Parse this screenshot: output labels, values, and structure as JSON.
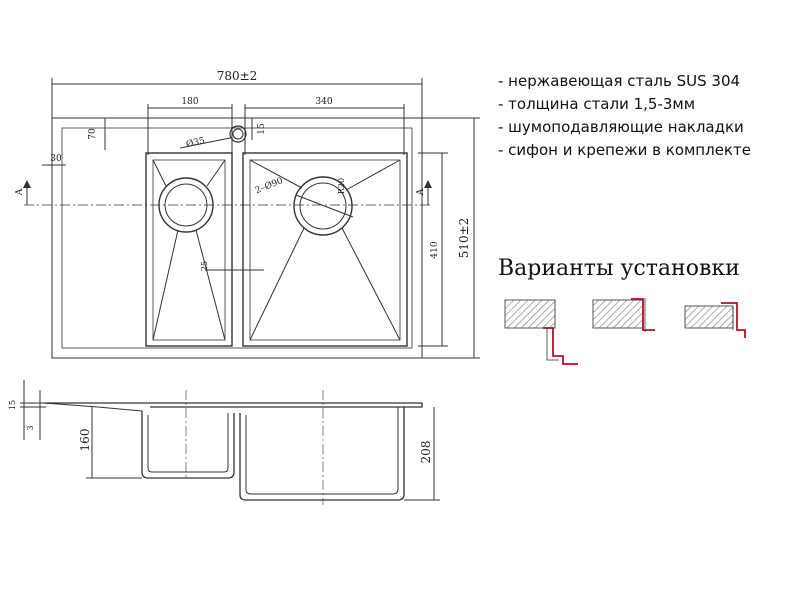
{
  "specs": {
    "items": [
      "- нержавеющая сталь SUS 304",
      "- толщина стали 1,5-3мм",
      "- шумоподавляющие накладки",
      "- сифон и крепежи в комплекте"
    ]
  },
  "installation": {
    "title": "Варианты установки"
  },
  "dimensions": {
    "overall_width": "780±2",
    "overall_depth": "510±2",
    "small_bowl_width": "180",
    "large_bowl_width": "340",
    "top_offset": "70",
    "tap_dim": "15",
    "left_offset": "30",
    "tap_hole": "Ø35",
    "drain_diameter": "2–Ø90",
    "corner": "R20",
    "gap": "25",
    "inner_depth": "410",
    "rim_height": "15",
    "thickness": "3",
    "small_bowl_depth": "160",
    "large_bowl_depth": "208",
    "section_marker_left": "A",
    "section_marker_right": "A"
  },
  "colors": {
    "line": "#333333",
    "accent": "#b0102a",
    "hatch": "#888888"
  }
}
